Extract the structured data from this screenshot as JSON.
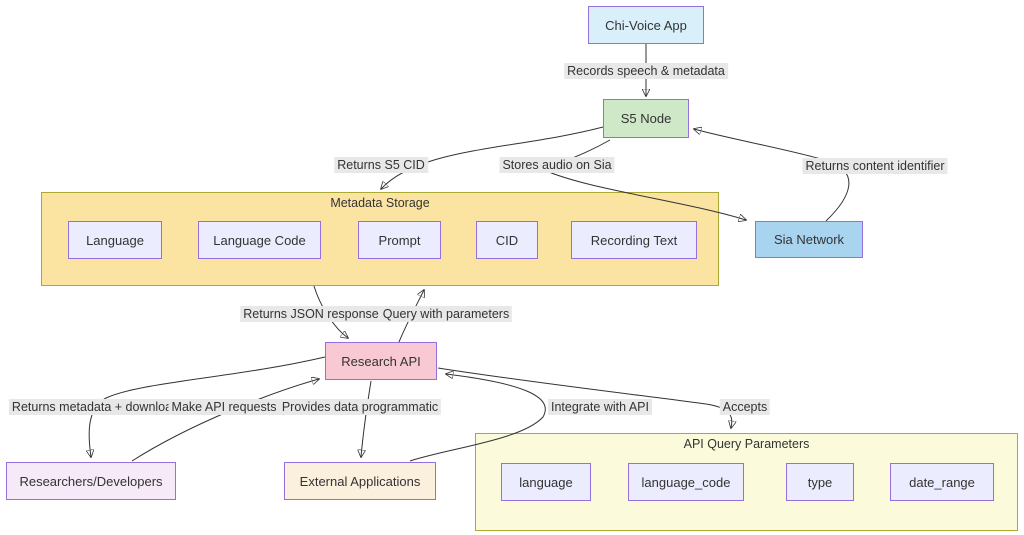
{
  "diagram": {
    "nodes": {
      "chi_voice_app": "Chi-Voice App",
      "s5_node": "S5 Node",
      "sia_network": "Sia Network",
      "research_api": "Research API",
      "researchers_developers": "Researchers/Developers",
      "external_applications": "External Applications"
    },
    "clusters": {
      "metadata_storage": {
        "title": "Metadata Storage",
        "fields": [
          "Language",
          "Language Code",
          "Prompt",
          "CID",
          "Recording Text"
        ]
      },
      "api_query_parameters": {
        "title": "API Query Parameters",
        "fields": [
          "language",
          "language_code",
          "type",
          "date_range"
        ]
      }
    },
    "edge_labels": {
      "records_speech": "Records speech & metadata",
      "returns_s5_cid": "Returns S5 CID",
      "stores_audio": "Stores audio on Sia",
      "returns_content_identifier": "Returns content identifier",
      "returns_json_response": "Returns JSON response",
      "query_with_parameters": "Query with parameters",
      "returns_metadata_download": "Returns metadata + downloa",
      "make_api_requests": "Make API requests",
      "provides_data_programmatic": "Provides data programmatic",
      "integrate_with_api": "Integrate with API",
      "accepts": "Accepts"
    },
    "colors": {
      "node_border": "#9370DB",
      "field_fill": "#ECECFF",
      "chi_voice_fill": "#D9F0FB",
      "s5_node_fill": "#CEE8C8",
      "sia_network_fill": "#A8D4F0",
      "research_api_fill": "#F9C9D3",
      "researchers_fill": "#F6E9F8",
      "external_apps_fill": "#FBEFDE",
      "metadata_cluster_fill": "#FBE4A2",
      "api_cluster_fill": "#FBFBDC",
      "cluster_border": "#AAAA33",
      "edge_label_bg": "#E8E8E8",
      "edge_color": "#333333",
      "text_color": "#333333"
    }
  }
}
